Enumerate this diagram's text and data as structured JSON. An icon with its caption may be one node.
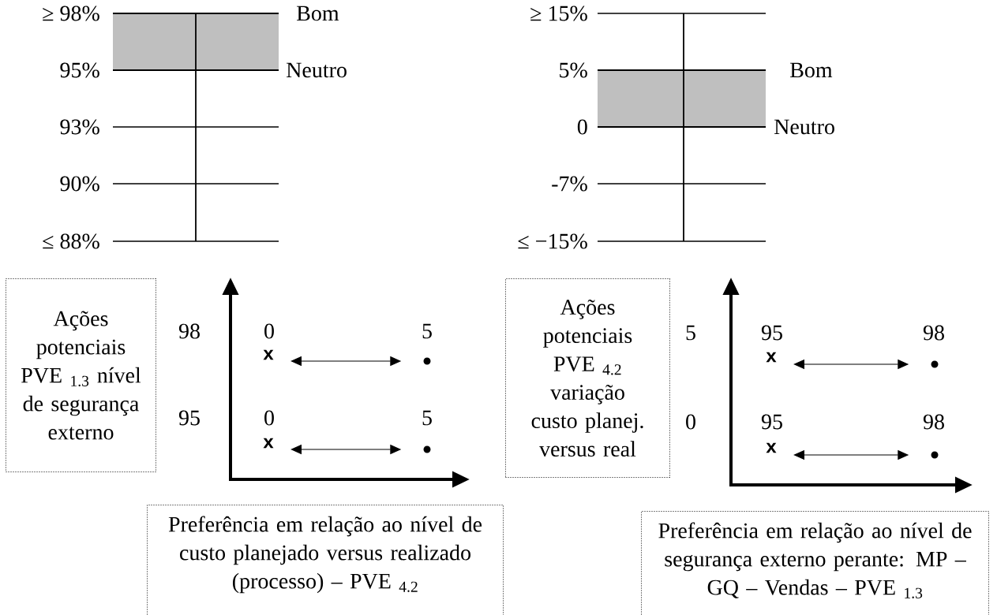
{
  "diagram": {
    "nodes": [
      {
        "text": [
          "Ações potenciais PVE $_{1.3}$ nível de segurança externo"
        ]
      },
      {
        "text": [
          "x"
        ]
      },
      {
        "text": [],
        "shape": "circle"
      },
      {
        "text": [
          "x"
        ]
      },
      {
        "text": [],
        "shape": "circle"
      },
      {
        "text": [
          "Preferência em relação ao nível de custo planejado versus realizado (processo) – PVE $_{4.2}$"
        ]
      },
      {
        "text": [
          "Ações potenciais PVE $_{4.2}$ variação custo planej. versus real"
        ]
      },
      {
        "text": [
          "x"
        ]
      },
      {
        "text": [],
        "shape": "circle"
      },
      {
        "text": [
          "x"
        ]
      },
      {
        "text": [],
        "shape": "circle"
      },
      {
        "text": [
          "Preferência em relação ao nível de segurança externo perante: MP – GQ – Vendas – PVE $_{1.3}$"
        ]
      }
    ],
    "edges": [
      {
        "from": 1,
        "to": 2,
        "arrow": "both"
      },
      {
        "from": 3,
        "to": 4,
        "arrow": "both"
      },
      {
        "from": 7,
        "to": 8,
        "arrow": "both"
      },
      {
        "from": 9,
        "to": 10,
        "arrow": "both"
      }
    ],
    "labels": [
      "≥ 98%",
      "Bom",
      "95%",
      "Neutro",
      "93%",
      "90%",
      "≤ 88%",
      "≥ 15%",
      "5%",
      "Bom",
      "0",
      "Neutro",
      "-7%",
      "≤ −15%",
      "98",
      "0",
      "5",
      "95",
      "0",
      "5",
      "5",
      "95",
      "98",
      "0",
      "95",
      "98"
    ]
  }
}
